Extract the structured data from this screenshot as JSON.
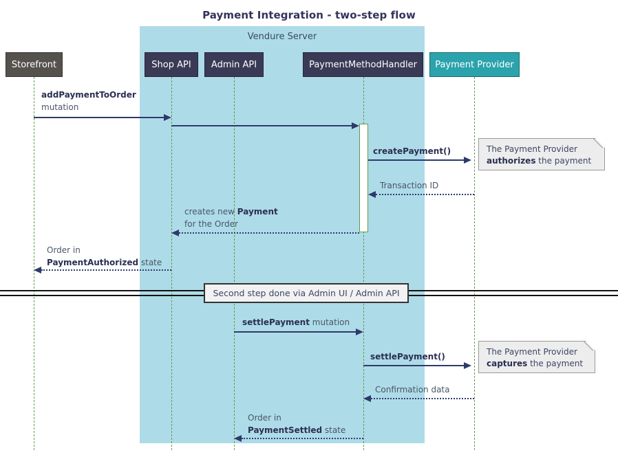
{
  "diagram": {
    "title": "Payment Integration - two-step flow",
    "type": "sequence-diagram",
    "colors": {
      "group_fill": "#aedbe8",
      "participant_dark": "#3b3a56",
      "participant_gray": "#55524e",
      "participant_teal": "#2ba3ac",
      "lifeline": "#5f9b4a",
      "message": "#2d3a6b",
      "note_fill": "#ededed",
      "note_border": "#999999",
      "title_color": "#33335c"
    },
    "group": {
      "label": "Vendure Server"
    },
    "participants": [
      {
        "id": "storefront",
        "label": "Storefront",
        "style": "gray"
      },
      {
        "id": "shop-api",
        "label": "Shop API",
        "style": "dark"
      },
      {
        "id": "admin-api",
        "label": "Admin API",
        "style": "dark"
      },
      {
        "id": "payment-method-handler",
        "label": "PaymentMethodHandler",
        "style": "dark"
      },
      {
        "id": "payment-provider",
        "label": "Payment Provider",
        "style": "teal"
      }
    ],
    "messages": [
      {
        "id": "m1",
        "from": "storefront",
        "to": "shop-api",
        "kind": "call",
        "label_line1_bold": "addPaymentToOrder",
        "label_line1_rest": "",
        "label_line2": "mutation"
      },
      {
        "id": "m2",
        "from": "shop-api",
        "to": "payment-method-handler",
        "kind": "call",
        "label_line1_bold": "",
        "label_line1_rest": "",
        "label_line2": ""
      },
      {
        "id": "m3",
        "from": "payment-method-handler",
        "to": "payment-provider",
        "kind": "call",
        "label_line1_bold": "createPayment()",
        "label_line1_rest": "",
        "label_line2": ""
      },
      {
        "id": "m4",
        "from": "payment-provider",
        "to": "payment-method-handler",
        "kind": "return",
        "label_line1_bold": "",
        "label_line1_rest": "Transaction ID",
        "label_line2": ""
      },
      {
        "id": "m5",
        "from": "payment-method-handler",
        "to": "shop-api",
        "kind": "return",
        "label_line1_pre": "creates new ",
        "label_line1_bold": "Payment",
        "label_line2": "for the Order"
      },
      {
        "id": "m6",
        "from": "shop-api",
        "to": "storefront",
        "kind": "return",
        "label_line1_pre": "",
        "label_line1_rest": "Order in",
        "label_line2_bold": "PaymentAuthorized",
        "label_line2_rest": " state"
      },
      {
        "id": "m7",
        "from": "admin-api",
        "to": "payment-method-handler",
        "kind": "call",
        "label_line1_bold": "settlePayment",
        "label_line1_rest": " mutation"
      },
      {
        "id": "m8",
        "from": "payment-method-handler",
        "to": "payment-provider",
        "kind": "call",
        "label_line1_bold": "settlePayment()",
        "label_line1_rest": ""
      },
      {
        "id": "m9",
        "from": "payment-provider",
        "to": "payment-method-handler",
        "kind": "return",
        "label_line1_bold": "",
        "label_line1_rest": "Confirmation data"
      },
      {
        "id": "m10",
        "from": "payment-method-handler",
        "to": "admin-api",
        "kind": "return",
        "label_line1_rest": "Order in",
        "label_line2_bold": "PaymentSettled",
        "label_line2_rest": " state"
      }
    ],
    "notes": [
      {
        "id": "note-authorize",
        "line1": "The Payment Provider",
        "line2_bold": "authorizes",
        "line2_rest": " the payment"
      },
      {
        "id": "note-capture",
        "line1": "The Payment Provider",
        "line2_bold": "captures",
        "line2_rest": " the payment"
      }
    ],
    "divider": {
      "label": "Second step done via Admin UI / Admin API"
    }
  }
}
